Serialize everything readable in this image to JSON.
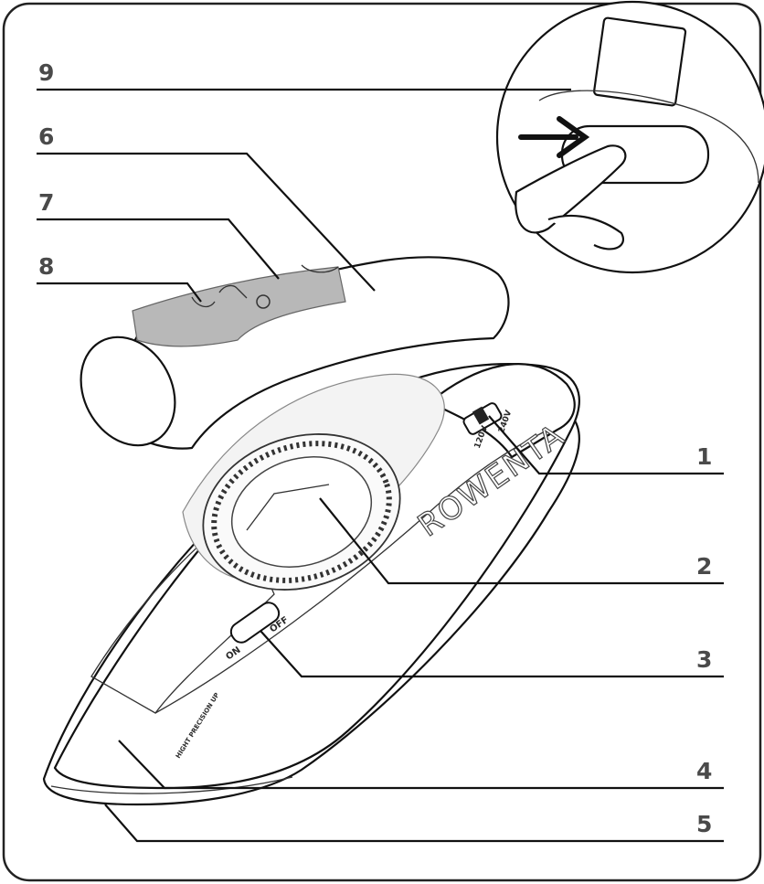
{
  "callouts": [
    {
      "id": "1",
      "label": "1"
    },
    {
      "id": "2",
      "label": "2"
    },
    {
      "id": "3",
      "label": "3"
    },
    {
      "id": "4",
      "label": "4"
    },
    {
      "id": "5",
      "label": "5"
    },
    {
      "id": "6",
      "label": "6"
    },
    {
      "id": "7",
      "label": "7"
    },
    {
      "id": "8",
      "label": "8"
    },
    {
      "id": "9",
      "label": "9"
    }
  ],
  "product_text": {
    "brand": "ROWENTA",
    "voltage_low": "120V",
    "voltage_high": "240V",
    "switch_on": "ON",
    "switch_off": "OFF",
    "soleplate_text": "HIGHT PRECISION UP"
  }
}
